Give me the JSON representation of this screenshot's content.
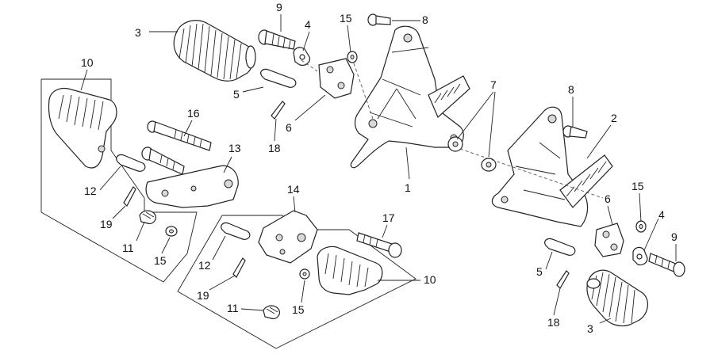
{
  "diagram": {
    "callouts": [
      {
        "id": "c1",
        "text": "1"
      },
      {
        "id": "c2",
        "text": "2"
      },
      {
        "id": "c3a",
        "text": "3"
      },
      {
        "id": "c3b",
        "text": "3"
      },
      {
        "id": "c4a",
        "text": "4"
      },
      {
        "id": "c4b",
        "text": "4"
      },
      {
        "id": "c5a",
        "text": "5"
      },
      {
        "id": "c5b",
        "text": "5"
      },
      {
        "id": "c6a",
        "text": "6"
      },
      {
        "id": "c6b",
        "text": "6"
      },
      {
        "id": "c7",
        "text": "7"
      },
      {
        "id": "c8a",
        "text": "8"
      },
      {
        "id": "c8b",
        "text": "8"
      },
      {
        "id": "c9a",
        "text": "9"
      },
      {
        "id": "c9b",
        "text": "9"
      },
      {
        "id": "c10a",
        "text": "10"
      },
      {
        "id": "c10b",
        "text": "10"
      },
      {
        "id": "c11a",
        "text": "11"
      },
      {
        "id": "c11b",
        "text": "11"
      },
      {
        "id": "c12a",
        "text": "12"
      },
      {
        "id": "c12b",
        "text": "12"
      },
      {
        "id": "c13",
        "text": "13"
      },
      {
        "id": "c14",
        "text": "14"
      },
      {
        "id": "c15a",
        "text": "15"
      },
      {
        "id": "c15b",
        "text": "15"
      },
      {
        "id": "c15c",
        "text": "15"
      },
      {
        "id": "c15d",
        "text": "15"
      },
      {
        "id": "c16",
        "text": "16"
      },
      {
        "id": "c17",
        "text": "17"
      },
      {
        "id": "c18a",
        "text": "18"
      },
      {
        "id": "c18b",
        "text": "18"
      },
      {
        "id": "c19a",
        "text": "19"
      },
      {
        "id": "c19b",
        "text": "19"
      }
    ]
  }
}
